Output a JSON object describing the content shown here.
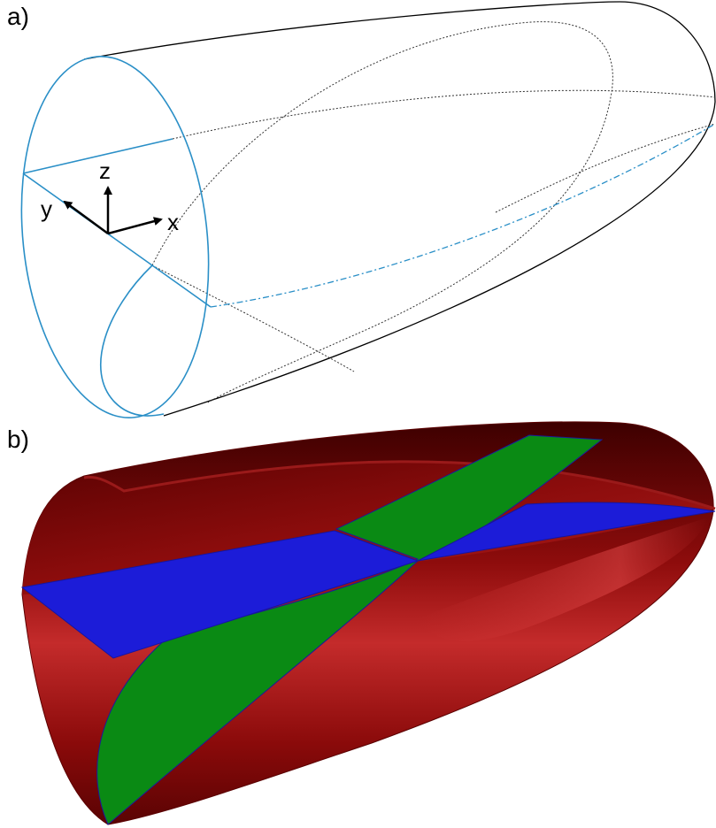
{
  "panels": [
    {
      "label": "a)",
      "view": "wireframe"
    },
    {
      "label": "b)",
      "view": "shaded"
    }
  ],
  "axes": {
    "x": "x",
    "y": "y",
    "z": "z"
  },
  "colors": {
    "wire": "#2a8fc7",
    "outline": "#000000",
    "shell_dark": "#4a0000",
    "shell_mid": "#8b0b0b",
    "shell_light": "#c02a2a",
    "plane_horizontal": "#1c1cd8",
    "plane_diagonal": "#0a8a14"
  }
}
